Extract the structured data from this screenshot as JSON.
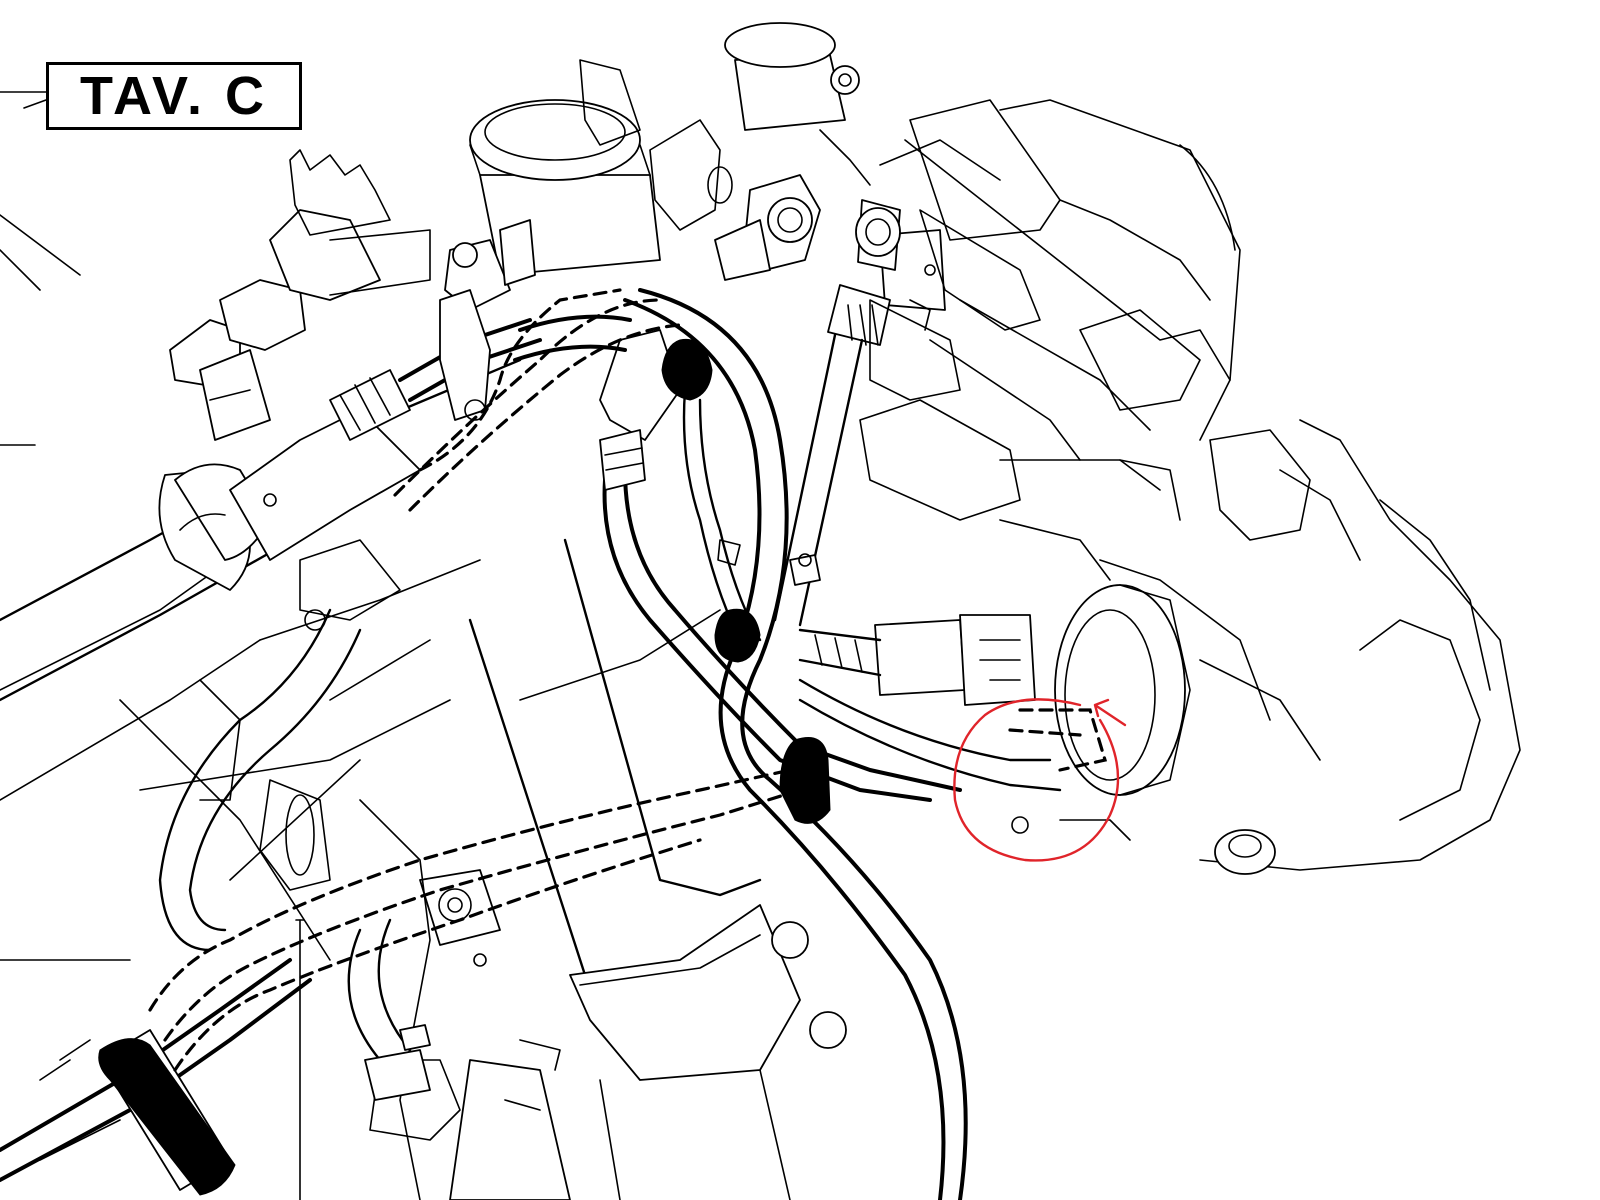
{
  "title": "TAV. C",
  "icons": {
    "title_leader": "leader-line",
    "red_markup": "red-circle-annotation",
    "red_arrow": "red-arrow-annotation"
  },
  "colors": {
    "line": "#000000",
    "background": "#ffffff",
    "annotation": "#e0242a"
  }
}
